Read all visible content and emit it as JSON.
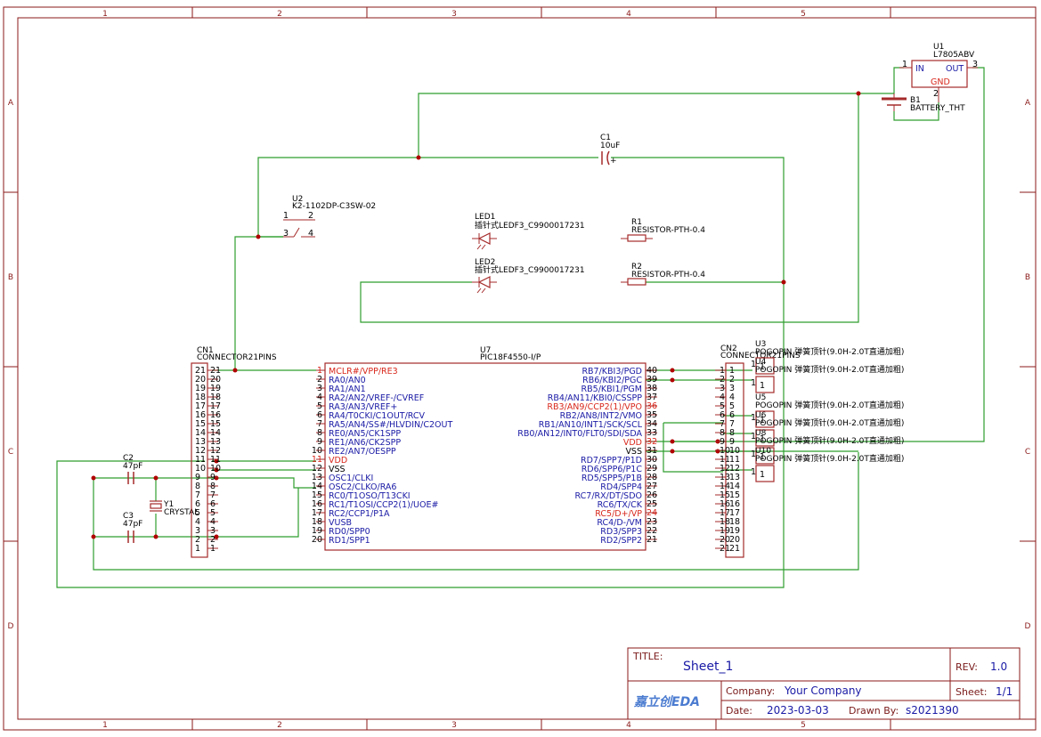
{
  "border": {
    "columns": [
      "1",
      "2",
      "3",
      "4",
      "5"
    ],
    "rows": [
      "A",
      "B",
      "C",
      "D"
    ]
  },
  "colors": {
    "frame": "#8b1a1a",
    "wire": "#2e9e2e",
    "component": "#a52a2a",
    "pin_name": "#1a1aa6",
    "power_pin": "#d8281c"
  },
  "title_block": {
    "title_label": "TITLE:",
    "title": "Sheet_1",
    "rev_label": "REV:",
    "rev": "1.0",
    "company_label": "Company:",
    "company": "Your Company",
    "sheet_label": "Sheet:",
    "sheet": "1/1",
    "date_label": "Date:",
    "date": "2023-03-03",
    "drawn_label": "Drawn By:",
    "drawn_by": "s2021390",
    "logo": "嘉立创EDA"
  },
  "components": {
    "u1": {
      "ref": "U1",
      "value": "L7805ABV",
      "pin_in": "IN",
      "pin_out": "OUT",
      "pin_gnd": "GND",
      "num_in": "1",
      "num_out": "3",
      "num_gnd": "2"
    },
    "b1": {
      "ref": "B1",
      "value": "BATTERY_THT"
    },
    "c1": {
      "ref": "C1",
      "value": "10uF",
      "polarity": "+"
    },
    "u2": {
      "ref": "U2",
      "value": "K2-1102DP-C3SW-02",
      "pins": [
        "1",
        "2",
        "3",
        "4"
      ]
    },
    "led1": {
      "ref": "LED1",
      "value": "插针式LEDF3_C9900017231"
    },
    "led2": {
      "ref": "LED2",
      "value": "插针式LEDF3_C9900017231"
    },
    "r1": {
      "ref": "R1",
      "value": "RESISTOR-PTH-0.4"
    },
    "r2": {
      "ref": "R2",
      "value": "RESISTOR-PTH-0.4"
    },
    "c2": {
      "ref": "C2",
      "value": "47pF"
    },
    "c3": {
      "ref": "C3",
      "value": "47pF"
    },
    "y1": {
      "ref": "Y1",
      "value": "CRYSTAL"
    },
    "cn1": {
      "ref": "CN1",
      "value": "CONNECTOR21PINS"
    },
    "cn2": {
      "ref": "CN2",
      "value": "CONNECTOR21PINS"
    },
    "u7": {
      "ref": "U7",
      "value": "PIC18F4550-I/P"
    },
    "pogo": [
      {
        "ref": "U3",
        "value": "POGOPIN 弹簧顶针(9.0H-2.0T直通加粗)",
        "pin": "1"
      },
      {
        "ref": "U4",
        "value": "POGOPIN 弹簧顶针(9.0H-2.0T直通加粗)",
        "pin": "1"
      },
      {
        "ref": "U5",
        "value": "POGOPIN 弹簧顶针(9.0H-2.0T直通加粗)",
        "pin": "1"
      },
      {
        "ref": "U6",
        "value": "POGOPIN 弹簧顶针(9.0H-2.0T直通加粗)",
        "pin": "1"
      },
      {
        "ref": "U8",
        "value": "POGOPIN 弹簧顶针(9.0H-2.0T直通加粗)",
        "pin": "1"
      },
      {
        "ref": "U10",
        "value": "POGOPIN 弹簧顶针(9.0H-2.0T直通加粗)",
        "pin": "1"
      }
    ]
  },
  "u7_pins_left": [
    {
      "num": "1",
      "name": "MCLR#/VPP/RE3",
      "power": true
    },
    {
      "num": "2",
      "name": "RA0/AN0"
    },
    {
      "num": "3",
      "name": "RA1/AN1"
    },
    {
      "num": "4",
      "name": "RA2/AN2/VREF-/CVREF"
    },
    {
      "num": "5",
      "name": "RA3/AN3/VREF+"
    },
    {
      "num": "6",
      "name": "RA4/T0CKI/C1OUT/RCV"
    },
    {
      "num": "7",
      "name": "RA5/AN4/SS#/HLVDIN/C2OUT"
    },
    {
      "num": "8",
      "name": "RE0/AN5/CK1SPP"
    },
    {
      "num": "9",
      "name": "RE1/AN6/CK2SPP"
    },
    {
      "num": "10",
      "name": "RE2/AN7/OESPP"
    },
    {
      "num": "11",
      "name": "VDD",
      "power": true
    },
    {
      "num": "12",
      "name": "VSS",
      "black": true
    },
    {
      "num": "13",
      "name": "OSC1/CLKI"
    },
    {
      "num": "14",
      "name": "OSC2/CLKO/RA6"
    },
    {
      "num": "15",
      "name": "RC0/T1OSO/T13CKI"
    },
    {
      "num": "16",
      "name": "RC1/T1OSI/CCP2(1)/UOE#"
    },
    {
      "num": "17",
      "name": "RC2/CCP1/P1A"
    },
    {
      "num": "18",
      "name": "VUSB"
    },
    {
      "num": "19",
      "name": "RD0/SPP0"
    },
    {
      "num": "20",
      "name": "RD1/SPP1"
    }
  ],
  "u7_pins_right": [
    {
      "num": "40",
      "name": "RB7/KBI3/PGD"
    },
    {
      "num": "39",
      "name": "RB6/KBI2/PGC"
    },
    {
      "num": "38",
      "name": "RB5/KBI1/PGM"
    },
    {
      "num": "37",
      "name": "RB4/AN11/KBI0/CSSPP"
    },
    {
      "num": "36",
      "name": "RB3/AN9/CCP2(1)/VPO",
      "power": true
    },
    {
      "num": "35",
      "name": "RB2/AN8/INT2/VMO"
    },
    {
      "num": "34",
      "name": "RB1/AN10/INT1/SCK/SCL"
    },
    {
      "num": "33",
      "name": "RB0/AN12/INT0/FLT0/SDI/SDA"
    },
    {
      "num": "32",
      "name": "VDD",
      "power": true
    },
    {
      "num": "31",
      "name": "VSS",
      "black": true
    },
    {
      "num": "30",
      "name": "RD7/SPP7/P1D"
    },
    {
      "num": "29",
      "name": "RD6/SPP6/P1C"
    },
    {
      "num": "28",
      "name": "RD5/SPP5/P1B"
    },
    {
      "num": "27",
      "name": "RD4/SPP4"
    },
    {
      "num": "26",
      "name": "RC7/RX/DT/SDO"
    },
    {
      "num": "25",
      "name": "RC6/TX/CK"
    },
    {
      "num": "24",
      "name": "RC5/D+/VP",
      "power": true
    },
    {
      "num": "23",
      "name": "RC4/D-/VM"
    },
    {
      "num": "22",
      "name": "RD3/SPP3"
    },
    {
      "num": "21",
      "name": "RD2/SPP2"
    }
  ],
  "cn1_pins": [
    "21",
    "20",
    "19",
    "18",
    "17",
    "16",
    "15",
    "14",
    "13",
    "12",
    "11",
    "10",
    "9",
    "8",
    "7",
    "6",
    "5",
    "4",
    "3",
    "2",
    "1"
  ],
  "cn2_pins": [
    "1",
    "2",
    "3",
    "4",
    "5",
    "6",
    "7",
    "8",
    "9",
    "10",
    "11",
    "12",
    "13",
    "14",
    "15",
    "16",
    "17",
    "18",
    "19",
    "20",
    "21"
  ]
}
